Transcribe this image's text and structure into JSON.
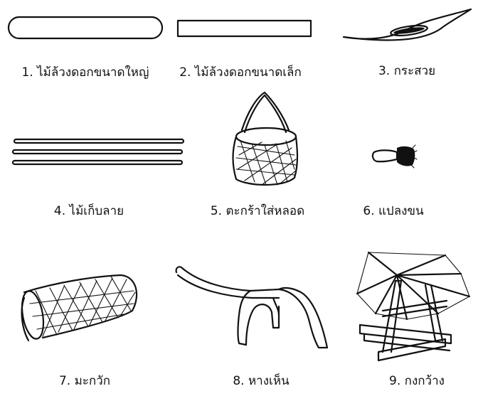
{
  "figure": {
    "items": [
      {
        "label": "1. ไม้ล้วงดอกขนาดใหญ่",
        "icon": "large-stick-icon"
      },
      {
        "label": "2. ไม้ล้วงดอกขนาดเล็ก",
        "icon": "small-stick-icon"
      },
      {
        "label": "3. กระสวย",
        "icon": "shuttle-icon"
      },
      {
        "label": "4. ไม้เก็บลาย",
        "icon": "pattern-sticks-icon"
      },
      {
        "label": "5. ตะกร้าใส่หลอด",
        "icon": "basket-icon"
      },
      {
        "label": "6. แปลงขน",
        "icon": "brush-icon"
      },
      {
        "label": "7. มะกวัก",
        "icon": "woven-tube-icon"
      },
      {
        "label": "8. หางเห็น",
        "icon": "bent-stand-icon"
      },
      {
        "label": "9. กงกว้าง",
        "icon": "reel-frame-icon"
      }
    ]
  }
}
